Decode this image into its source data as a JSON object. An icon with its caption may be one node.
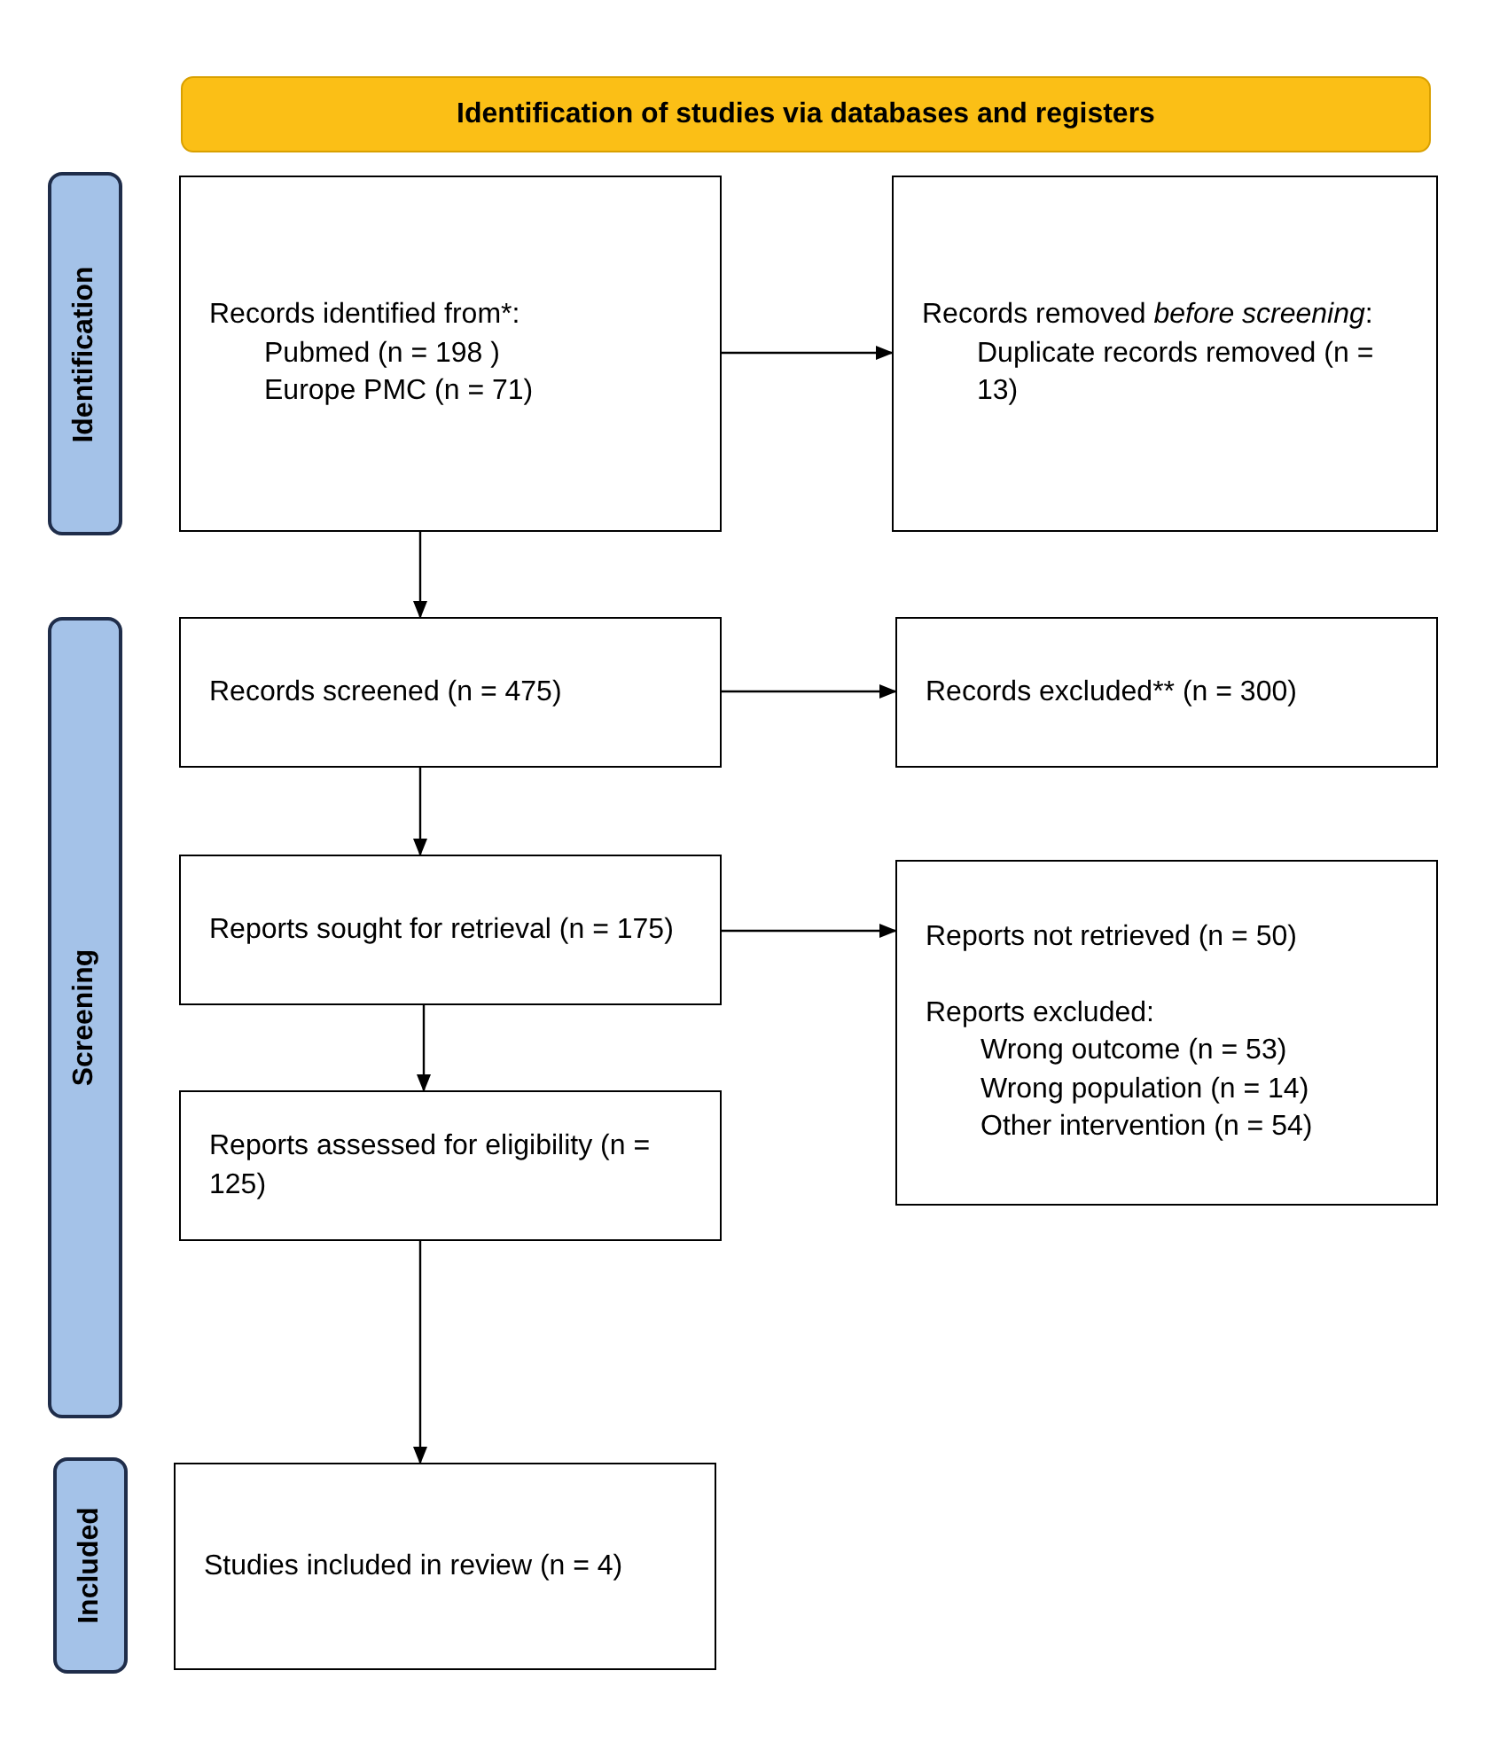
{
  "diagram": {
    "nodes": [
      {
        "text": [
          "Identification of studies via databases and registers"
        ]
      },
      {
        "text": [
          "Identification"
        ]
      },
      {
        "text": [
          "Screening"
        ]
      },
      {
        "text": [
          "Included"
        ]
      },
      {
        "text": [
          "Records identified from*:",
          "Pubmed (n = 198 )",
          "Europe PMC (n = 71)"
        ]
      },
      {
        "text": [
          "Records removed *before screening*:",
          "Duplicate records removed (n = 13)"
        ]
      },
      {
        "text": [
          "Records screened (n = 475)"
        ]
      },
      {
        "text": [
          "Records excluded** (n = 300)"
        ]
      },
      {
        "text": [
          "Reports sought for retrieval (n = 175)"
        ]
      },
      {
        "text": [
          "Reports not retrieved (n = 50)",
          "Reports excluded:",
          "Wrong outcome (n = 53)",
          "Wrong population (n = 14)",
          "Other intervention (n = 54)"
        ]
      },
      {
        "text": [
          "Reports assessed for eligibility (n = 125)"
        ]
      },
      {
        "text": [
          "Studies included in review (n = 4)"
        ]
      }
    ],
    "edges": [
      {
        "from": 4,
        "to": 5,
        "arrow": "to"
      },
      {
        "from": 4,
        "to": 6,
        "arrow": "to"
      },
      {
        "from": 6,
        "to": 7,
        "arrow": "to"
      },
      {
        "from": 6,
        "to": 8,
        "arrow": "to"
      },
      {
        "from": 8,
        "to": 9,
        "arrow": "to"
      },
      {
        "from": 8,
        "to": 10,
        "arrow": "to"
      },
      {
        "from": 10,
        "to": 11,
        "arrow": "to"
      }
    ]
  }
}
